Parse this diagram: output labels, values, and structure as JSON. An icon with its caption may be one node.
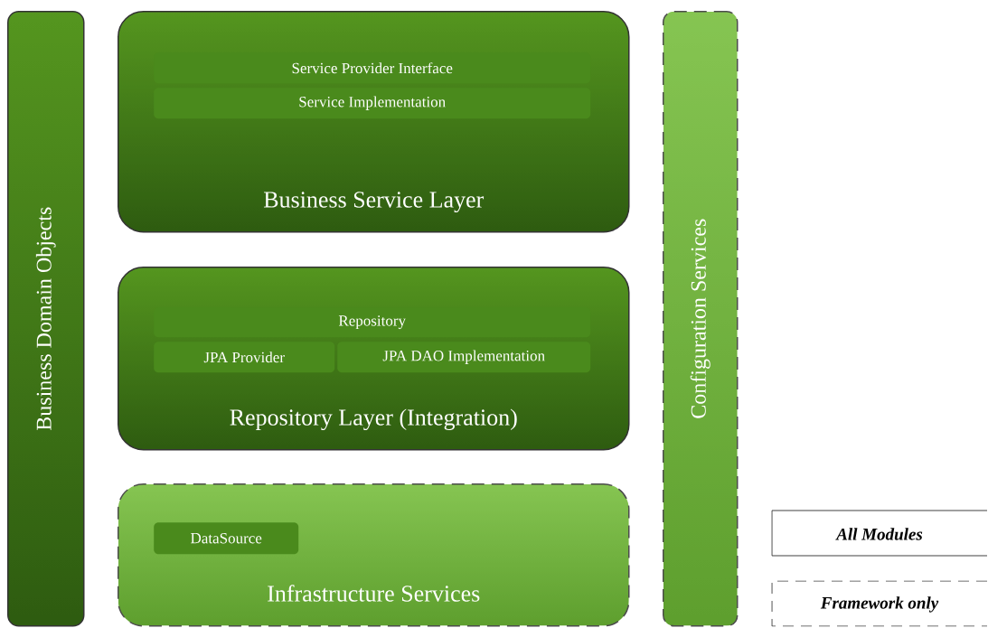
{
  "diagram": {
    "nodes": [
      {
        "text": [
          "Business Domain Objects"
        ]
      },
      {
        "text": [
          "Business Service Layer"
        ]
      },
      {
        "text": [
          "Service Provider Interface"
        ],
        "in": 1
      },
      {
        "text": [
          "Service Implementation"
        ],
        "in": 1
      },
      {
        "text": [
          "Repository Layer (Integration)"
        ]
      },
      {
        "text": [
          "Repository"
        ],
        "in": 4
      },
      {
        "text": [
          "JPA Provider"
        ],
        "in": 4
      },
      {
        "text": [
          "JPA DAO Implementation"
        ],
        "in": 4
      },
      {
        "text": [
          "Infrastructure Services"
        ]
      },
      {
        "text": [
          "DataSource"
        ],
        "in": 8
      },
      {
        "text": [
          "Configuration Services"
        ]
      }
    ],
    "edges": [],
    "legend": [
      {
        "text": "All Modules"
      },
      {
        "text": "Framework only"
      }
    ]
  }
}
